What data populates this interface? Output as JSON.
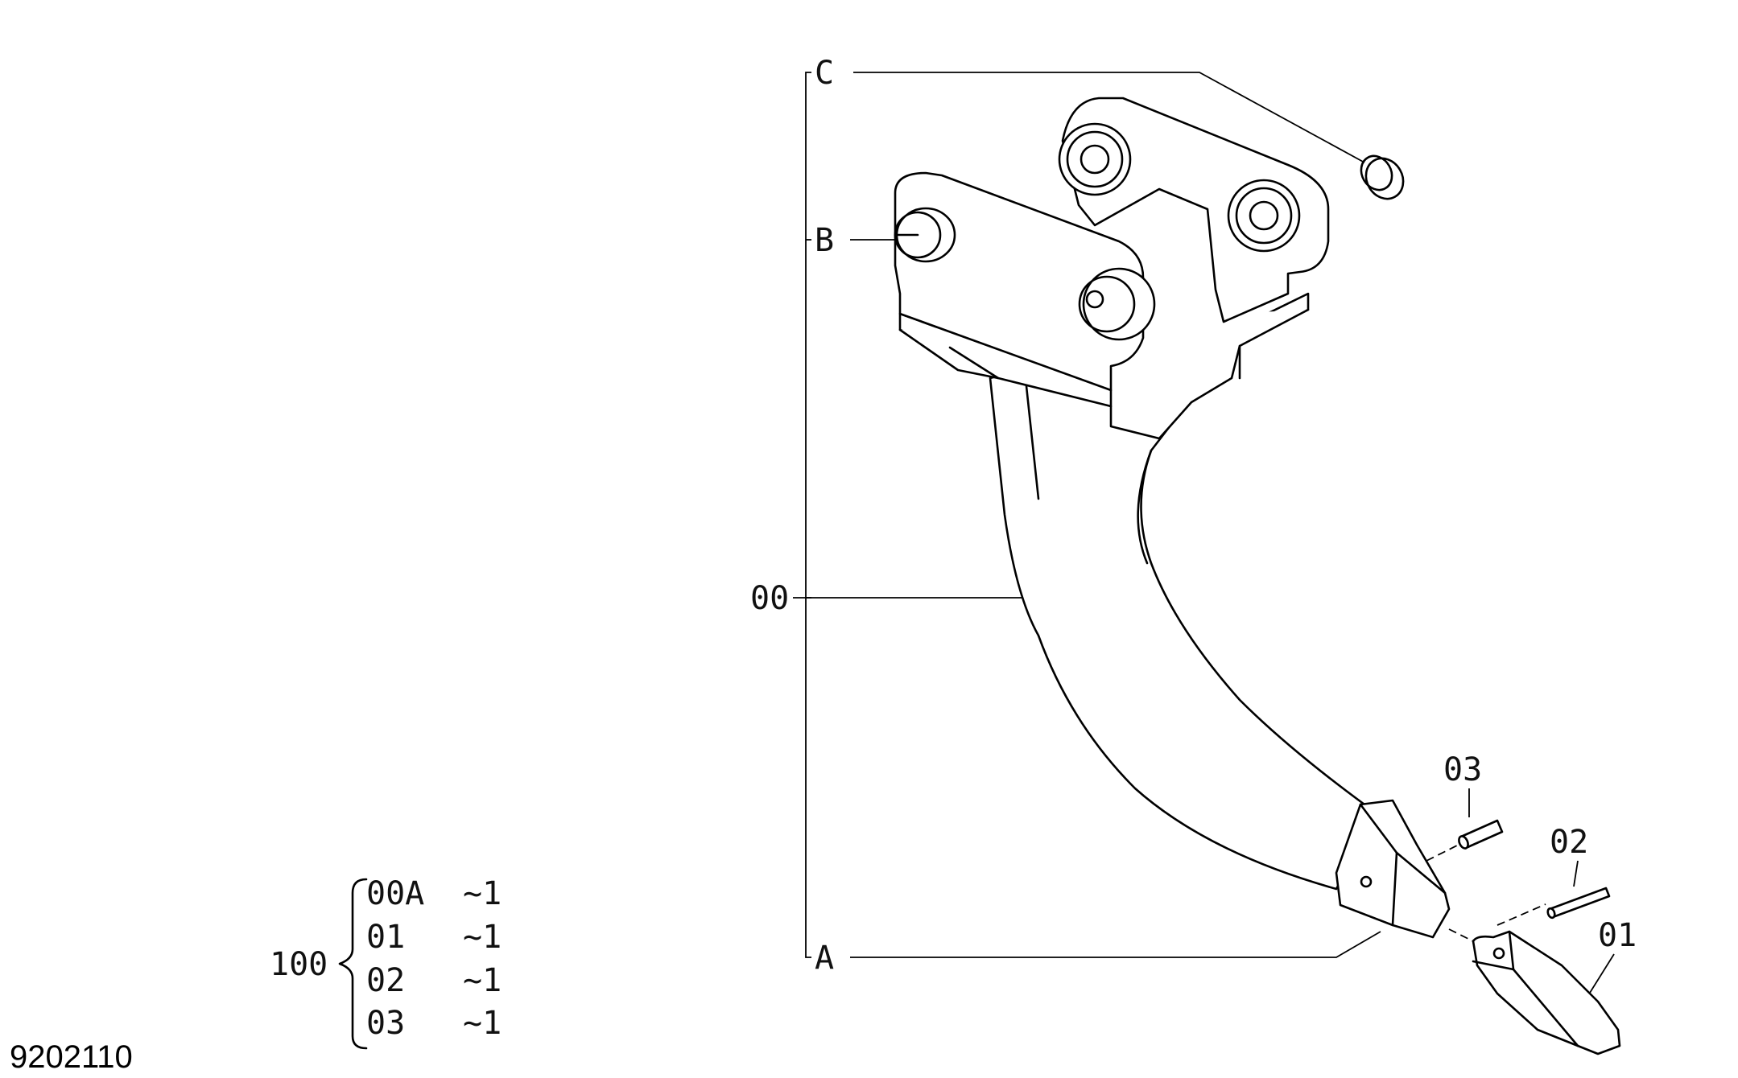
{
  "drawing_number": "9202110",
  "callouts": {
    "c": "C",
    "b": "B",
    "a": "A",
    "p00": "00",
    "p01": "01",
    "p02": "02",
    "p03": "03"
  },
  "kit": {
    "number": "100",
    "items": [
      {
        "part": "00A",
        "qty": "~1"
      },
      {
        "part": "01",
        "qty": "~1"
      },
      {
        "part": "02",
        "qty": "~1"
      },
      {
        "part": "03",
        "qty": "~1"
      }
    ]
  }
}
